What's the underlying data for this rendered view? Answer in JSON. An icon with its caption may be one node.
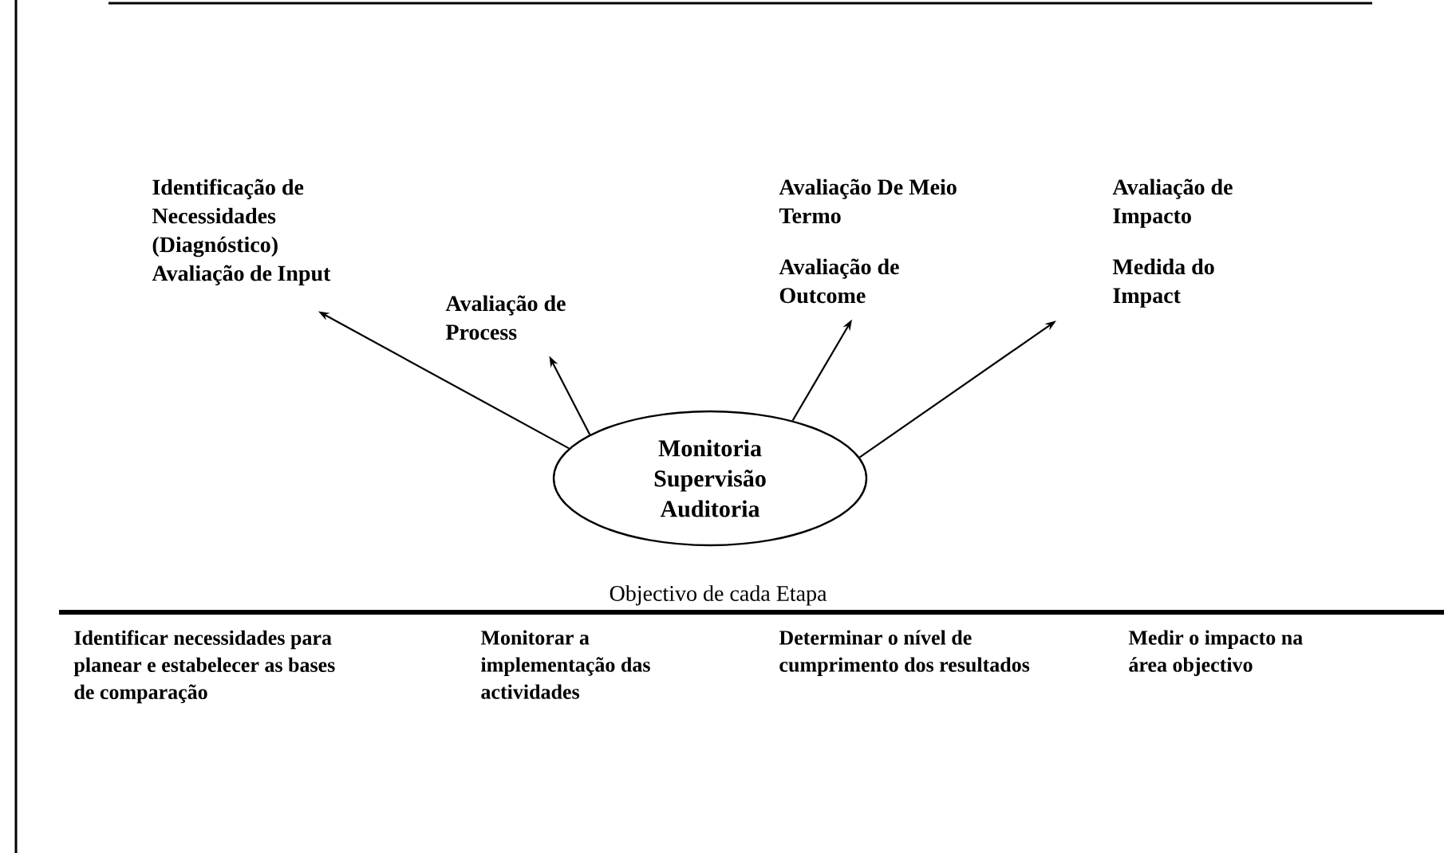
{
  "diagram": {
    "nodes": [
      {
        "text": [
          "Monitoria Supervisão Auditoria"
        ]
      },
      {
        "text": [
          "Identificação de Necessidades (Diagnóstico)",
          "Avaliação de Input"
        ]
      },
      {
        "text": [
          "Avaliação de Process"
        ]
      },
      {
        "text": [
          "Avaliação De Meio Termo",
          "Avaliação de Outcome"
        ]
      },
      {
        "text": [
          "Avaliação de Impacto",
          "Medida do Impact"
        ]
      }
    ],
    "edges": [
      {
        "from": 0,
        "to": 1,
        "arrow": "to"
      },
      {
        "from": 0,
        "to": 2,
        "arrow": "to"
      },
      {
        "from": 0,
        "to": 3,
        "arrow": "to"
      },
      {
        "from": 0,
        "to": 4,
        "arrow": "to"
      }
    ],
    "labels": [
      "Objectivo de cada Etapa",
      "Identificar necessidades para planear e estabelecer as bases de comparação",
      "Monitorar a implementação das actividades",
      "Determinar o nível de cumprimento dos resultados",
      "Medir o impacto na área objectivo"
    ]
  }
}
